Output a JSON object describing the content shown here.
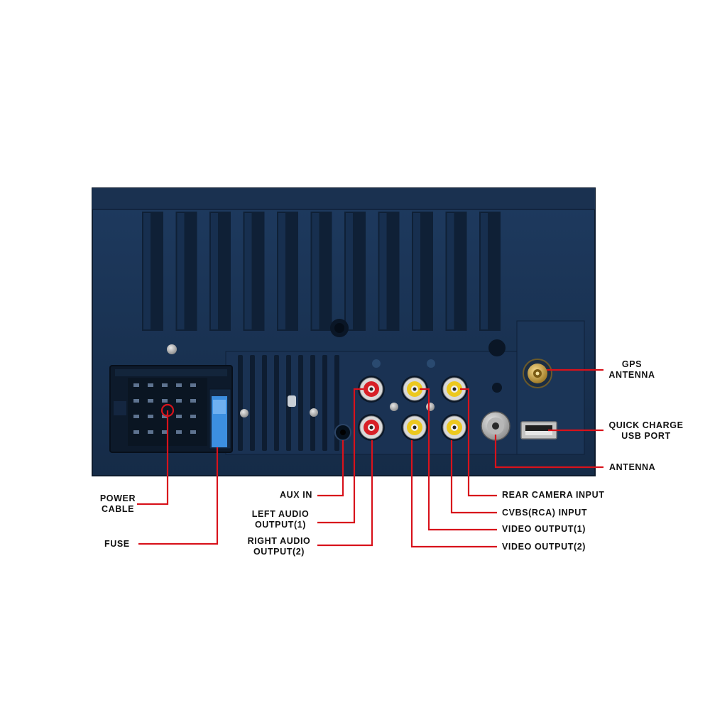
{
  "colors": {
    "background": "#ffffff",
    "housing": "#1b3557",
    "housing_dark": "#0e1e33",
    "leader_line": "#d8121b",
    "rca_red": "#d81f26",
    "rca_yellow": "#ecc81e",
    "fuse_blue": "#3c8fe0",
    "label_text": "#111111"
  },
  "device": {
    "name": "car-stereo-rear-panel",
    "heatsink_fin_count": 11,
    "ports": {
      "rca_top_row": [
        "red",
        "yellow",
        "yellow"
      ],
      "rca_bottom_row": [
        "red",
        "yellow",
        "yellow"
      ]
    }
  },
  "labels": {
    "power_cable": {
      "line1": "POWER",
      "line2": "CABLE"
    },
    "fuse": "FUSE",
    "aux_in": "AUX IN",
    "left_audio": {
      "line1": "LEFT AUDIO",
      "line2": "OUTPUT(1)"
    },
    "right_audio": {
      "line1": "RIGHT AUDIO",
      "line2": "OUTPUT(2)"
    },
    "gps_antenna": {
      "line1": "GPS",
      "line2": "ANTENNA"
    },
    "quick_charge": {
      "line1": "QUICK CHARGE",
      "line2": "USB PORT"
    },
    "antenna": "ANTENNA",
    "rear_camera": "REAR  CAMERA  INPUT",
    "cvbs": "CVBS(RCA)  INPUT",
    "video1": "VIDEO  OUTPUT(1)",
    "video2": "VIDEO  OUTPUT(2)"
  }
}
